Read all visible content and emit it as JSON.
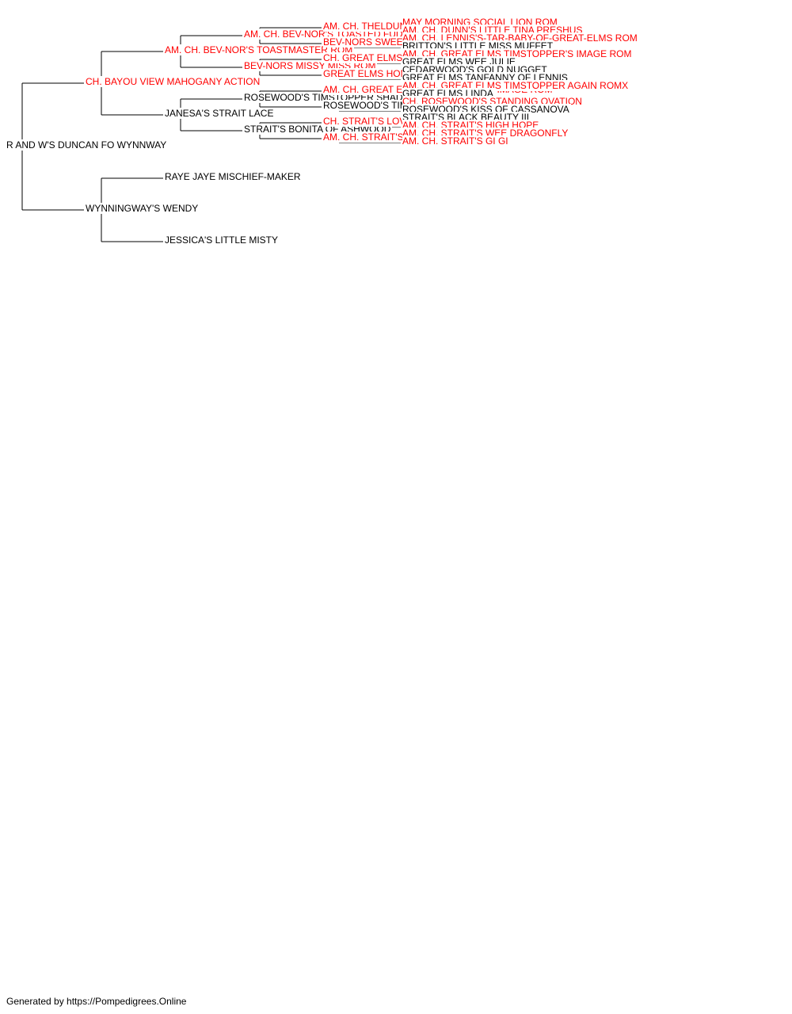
{
  "colors": {
    "titled": "#ff0000",
    "plain": "#000000",
    "line": "#000000"
  },
  "pedigree": {
    "subject": {
      "name": "R AND W'S DUNCAN FO WYNNWAY",
      "titled": false
    },
    "sire": {
      "name": "CH. BAYOU VIEW MAHOGANY ACTION",
      "titled": true,
      "sire": {
        "name": "AM. CH. BEV-NOR'S TOASTMASTER ROM",
        "titled": true,
        "sire": {
          "name": "AM. CH. BEV-NOR'S TOASTED FUDGE ROMS",
          "titled": true,
          "sire": {
            "name": "AM. CH. THELDUN'S ALMOND FUDGE ROMS",
            "titled": true,
            "sire": {
              "name": "MAY MORNING SOCIAL LION ROM",
              "titled": true
            },
            "dam": {
              "name": "AM. CH. DUNN'S LITTLE TINA PRESHUS",
              "titled": true
            }
          },
          "dam": {
            "name": "BEV-NORS SWEET AND SASSY ROM",
            "titled": true,
            "sire": {
              "name": "AM. CH. LENNIS'S-TAR-BABY-OF-GREAT-ELMS ROM",
              "titled": true
            },
            "dam": {
              "name": "BRITTON'S LITTLE MISS MUFFET",
              "titled": false
            }
          }
        },
        "dam": {
          "name": "BEV-NORS MISSY MISS ROM",
          "titled": true,
          "sire": {
            "name": "CH. GREAT ELMS TIMSTOPPER TOO ROM",
            "titled": true,
            "sire": {
              "name": "AM. CH. GREAT ELMS TIMSTOPPER'S IMAGE ROM",
              "titled": true
            },
            "dam": {
              "name": "GREAT ELMS WEE JULIE",
              "titled": false
            }
          },
          "dam": {
            "name": "GREAT ELMS HONEYBUN ROM",
            "titled": true,
            "sire": {
              "name": "CEDARWOOD'S GOLD NUGGET",
              "titled": false
            },
            "dam": {
              "name": "GREAT ELMS TANFANNY OF LENNIS",
              "titled": false
            }
          }
        }
      },
      "dam": {
        "name": "JANESA'S STRAIT LACE",
        "titled": false,
        "sire": {
          "name": "ROSEWOOD'S TIMSTOPPER SHADOW",
          "titled": false,
          "sire": {
            "name": "AM. CH. GREAT ELMS TIMSTOPPER'S IMAGE ROM",
            "titled": true,
            "sire": {
              "name": "AM. CH. GREAT ELMS TIMSTOPPER AGAIN ROMX",
              "titled": true
            },
            "dam": {
              "name": "GREAT ELMS LINDA",
              "titled": false
            }
          },
          "dam": {
            "name": "ROSEWOOD'S TIMSTOPPER OVATION",
            "titled": false,
            "sire": {
              "name": "CH. ROSEWOOD'S STANDING OVATION",
              "titled": true
            },
            "dam": {
              "name": "ROSEWOOD'S KISS OF CASSANOVA",
              "titled": false
            }
          }
        },
        "dam": {
          "name": "STRAIT'S BONITA OF ASHWOOD",
          "titled": false,
          "sire": {
            "name": "CH. STRAIT'S LOVE BUG",
            "titled": true,
            "sire": {
              "name": "STRAIT'S BLACK BEAUTY III",
              "titled": false
            },
            "dam": {
              "name": "AM. CH. STRAIT'S HIGH HOPE",
              "titled": true
            }
          },
          "dam": {
            "name": "AM. CH. STRAIT'S HONEY BEE",
            "titled": true,
            "sire": {
              "name": "AM. CH. STRAIT'S WEE DRAGONFLY",
              "titled": true
            },
            "dam": {
              "name": "AM. CH. STRAIT'S GI GI",
              "titled": true
            }
          }
        }
      }
    },
    "dam": {
      "name": "WYNNINGWAY'S WENDY",
      "titled": false,
      "sire": {
        "name": "RAYE JAYE MISCHIEF-MAKER",
        "titled": false
      },
      "dam": {
        "name": "JESSICA'S LITTLE MISTY",
        "titled": false
      }
    }
  },
  "footer": "Generated by https://Pompedigrees.Online"
}
